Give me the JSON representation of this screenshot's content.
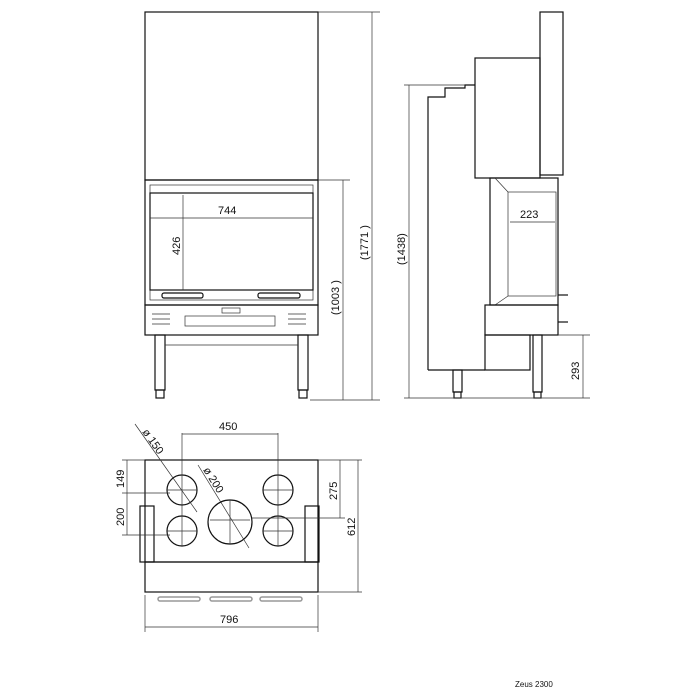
{
  "drawing": {
    "model_label": "Zeus 2300",
    "front_view": {
      "glass_width": "744",
      "glass_height": "426",
      "firebox_top_height": "(1003 )",
      "total_height": "(1771 )"
    },
    "side_view": {
      "body_height": "(1438)",
      "firebox_depth": "223",
      "leg_height": "293"
    },
    "top_view": {
      "flue_spacing": "450",
      "flue_diameter_small": "ø 150",
      "flue_diameter_large": "ø 200",
      "front_offset": "149",
      "row_spacing": "200",
      "center_offset": "275",
      "depth": "612",
      "width": "796"
    }
  }
}
